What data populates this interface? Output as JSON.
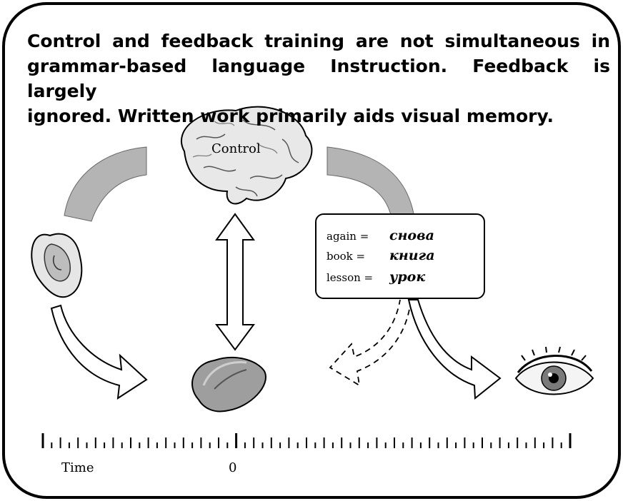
{
  "headline": {
    "line1": "Control and feedback training are not simultaneous in",
    "line2": "grammar-based language Instruction.  Feedback is largely",
    "line3": "ignored.  Written work primarily aids visual memory."
  },
  "brain": {
    "label": "Control"
  },
  "vocab_card": {
    "rows": [
      {
        "english": "again =",
        "russian": "снова"
      },
      {
        "english": "book =",
        "russian": "книга"
      },
      {
        "english": "lesson =",
        "russian": "урок"
      }
    ]
  },
  "timeline": {
    "label": "Time",
    "zero": "0"
  },
  "colors": {
    "arc_fill": "#b4b4b4",
    "outline": "#000000",
    "background": "#ffffff"
  }
}
